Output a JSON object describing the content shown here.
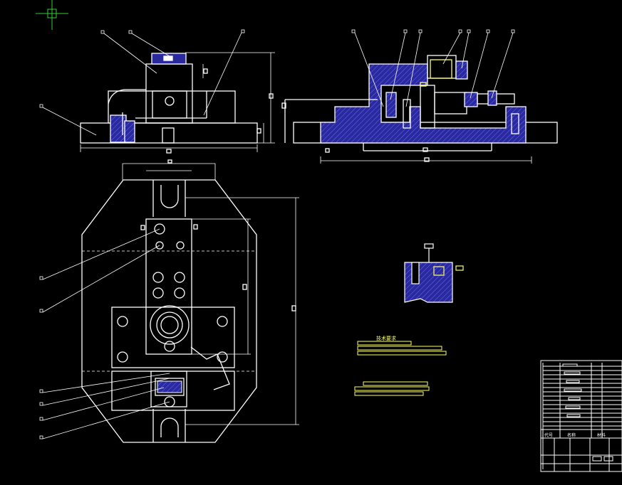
{
  "drawing": {
    "background": "#000000",
    "line_color": "#ffffff",
    "hatch_color": "#2a2a9e",
    "accent_yellow": "#ffff66",
    "cursor_color": "#33cc33"
  },
  "technical_requirements": {
    "title": "技术要求"
  },
  "title_block": {
    "col_code": "代号",
    "col_name": "名称",
    "col_material": "材料"
  }
}
